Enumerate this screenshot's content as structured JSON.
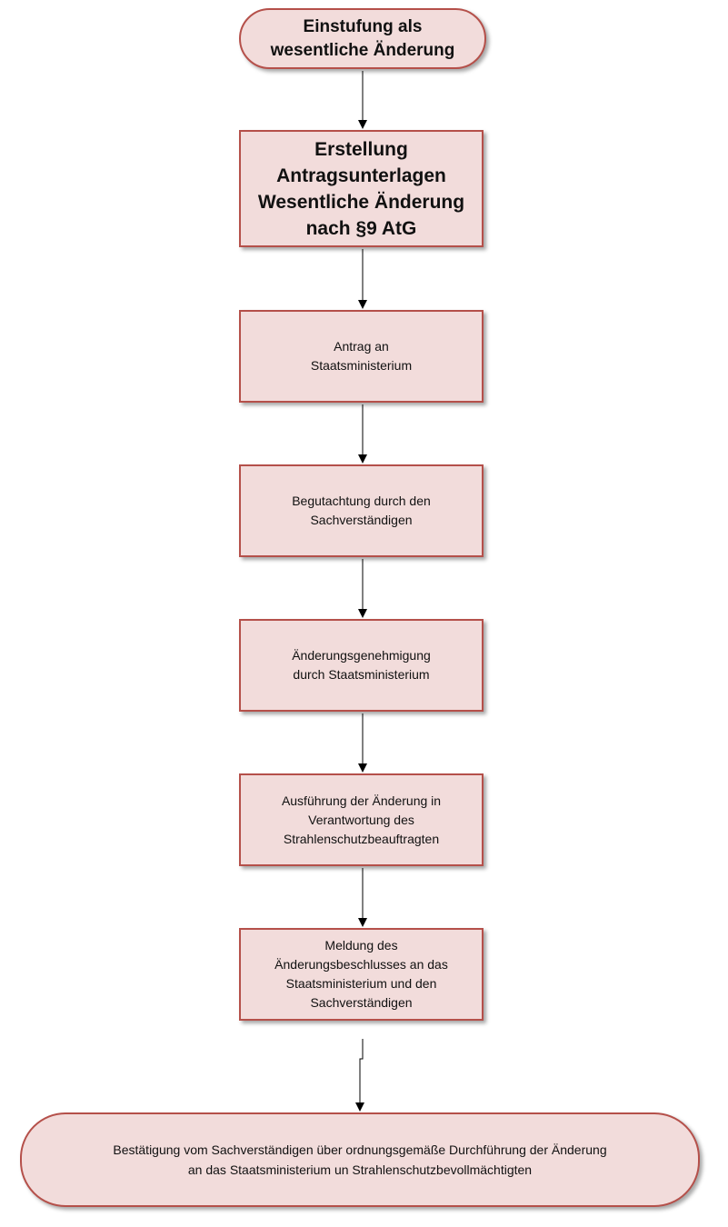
{
  "nodes": [
    {
      "id": "start",
      "label": "Einstufung als\nwesentliche Änderung"
    },
    {
      "id": "n1",
      "label": "Erstellung\nAntragsunterlagen\nWesentliche Änderung\nnach §9 AtG"
    },
    {
      "id": "n2",
      "label": "Antrag an\nStaatsministerium"
    },
    {
      "id": "n3",
      "label": "Begutachtung durch den\nSachverständigen"
    },
    {
      "id": "n4",
      "label": "Änderungsgenehmigung\ndurch Staatsministerium"
    },
    {
      "id": "n5",
      "label": "Ausführung der Änderung in\nVerantwortung des\nStrahlenschutzbeauftragten"
    },
    {
      "id": "n6",
      "label": "Meldung des\nÄnderungsbeschlusses an das\nStaatsministerium und den\nSachverständigen"
    },
    {
      "id": "end",
      "label": "Bestätigung vom Sachverständigen über ordnungsgemäße Durchführung der Änderung\nan das Staatsministerium un Strahlenschutzbevollmächtigten"
    }
  ],
  "colors": {
    "node_fill": "#f2dcdb",
    "node_border": "#b5504a",
    "edge": "#000000"
  }
}
